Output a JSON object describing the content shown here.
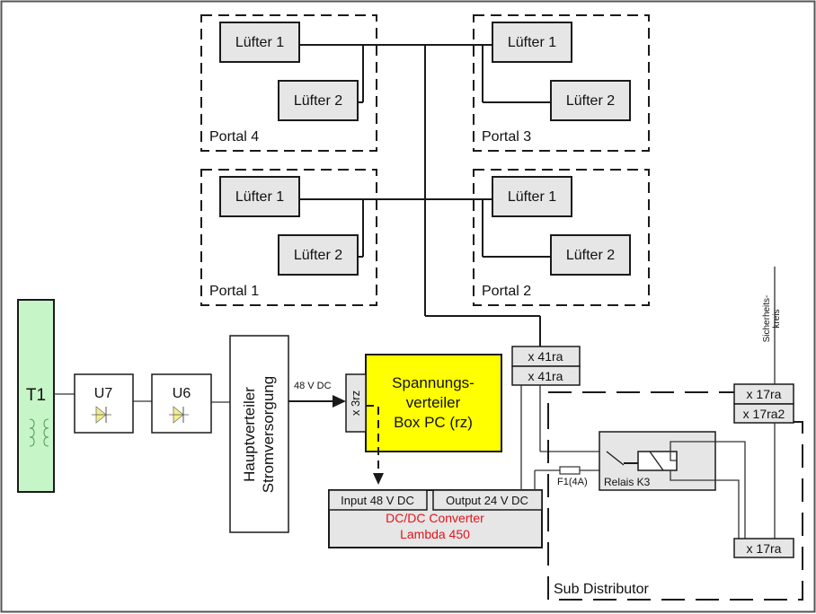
{
  "portals": [
    {
      "label": "Portal 4",
      "fan1": "Lüfter 1",
      "fan2": "Lüfter 2"
    },
    {
      "label": "Portal 3",
      "fan1": "Lüfter 1",
      "fan2": "Lüfter 2"
    },
    {
      "label": "Portal 1",
      "fan1": "Lüfter 1",
      "fan2": "Lüfter 2"
    },
    {
      "label": "Portal 2",
      "fan1": "Lüfter 1",
      "fan2": "Lüfter 2"
    }
  ],
  "transformer": {
    "label": "T1",
    "color": "#c6f5c8"
  },
  "rectifiers": [
    {
      "label": "U7",
      "diode_color": "#f2ee8c"
    },
    {
      "label": "U6",
      "diode_color": "#f2ee8c"
    }
  ],
  "main_distributor": {
    "line1": "Hauptverteiler",
    "line2": "Stromversorgung"
  },
  "feed_label": "48 V DC",
  "box_pc": {
    "line1": "Spannungs-",
    "line2": "verteiler",
    "line3": "Box PC (rz)",
    "connector": "x 3rz",
    "color": "#ffff00"
  },
  "converter": {
    "input": "Input 48 V DC",
    "output": "Output 24 V DC",
    "title": "DC/DC Converter",
    "model": "Lambda 450",
    "title_color": "#e2141c"
  },
  "connectors_x41": [
    "x 41ra",
    "x 41ra"
  ],
  "connectors_x17_top": [
    "x 17ra",
    "x 17ra2"
  ],
  "connector_x17_bottom": "x 17ra",
  "safety_circuit": {
    "line1": "Sicherheits-",
    "line2": "kreis"
  },
  "fuse": "F1(4A)",
  "relay": "Relais K3",
  "sub_distributor": "Sub Distributor"
}
